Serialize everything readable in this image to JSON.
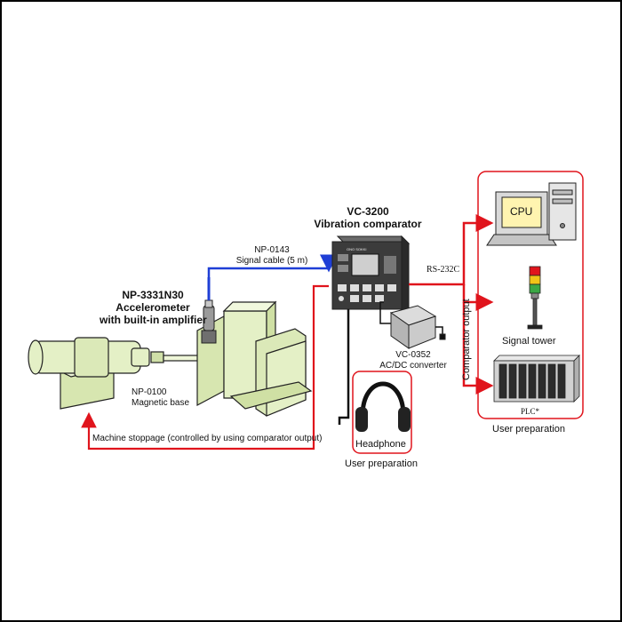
{
  "accelerometer": {
    "model": "NP-3331N30",
    "name_line1": "Accelerometer",
    "name_line2": "with built-in amplifier"
  },
  "magnetic_base": {
    "model": "NP-0100",
    "name": "Magnetic base"
  },
  "signal_cable": {
    "model": "NP-0143",
    "name": "Signal cable (5 m)"
  },
  "comparator": {
    "model": "VC-3200",
    "name": "Vibration comparator",
    "brand": "ONO SOKKI"
  },
  "converter": {
    "model": "VC-0352",
    "name": "AC/DC converter"
  },
  "rs232c": "RS-232C",
  "comparator_output": "Comparator output",
  "cpu_label": "CPU",
  "signal_tower": "Signal tower",
  "plc": "PLC*",
  "headphone": "Headphone",
  "user_preparation": "User preparation",
  "user_preparation_right": "User preparation",
  "machine_stoppage": "Machine stoppage (controlled  by using comparator output)",
  "colors": {
    "blue_cable": "#1f3fd6",
    "red_line": "#e0141c",
    "machine": "#e4f0c6",
    "device_body": "#3b3b3b",
    "border": "#000000"
  }
}
